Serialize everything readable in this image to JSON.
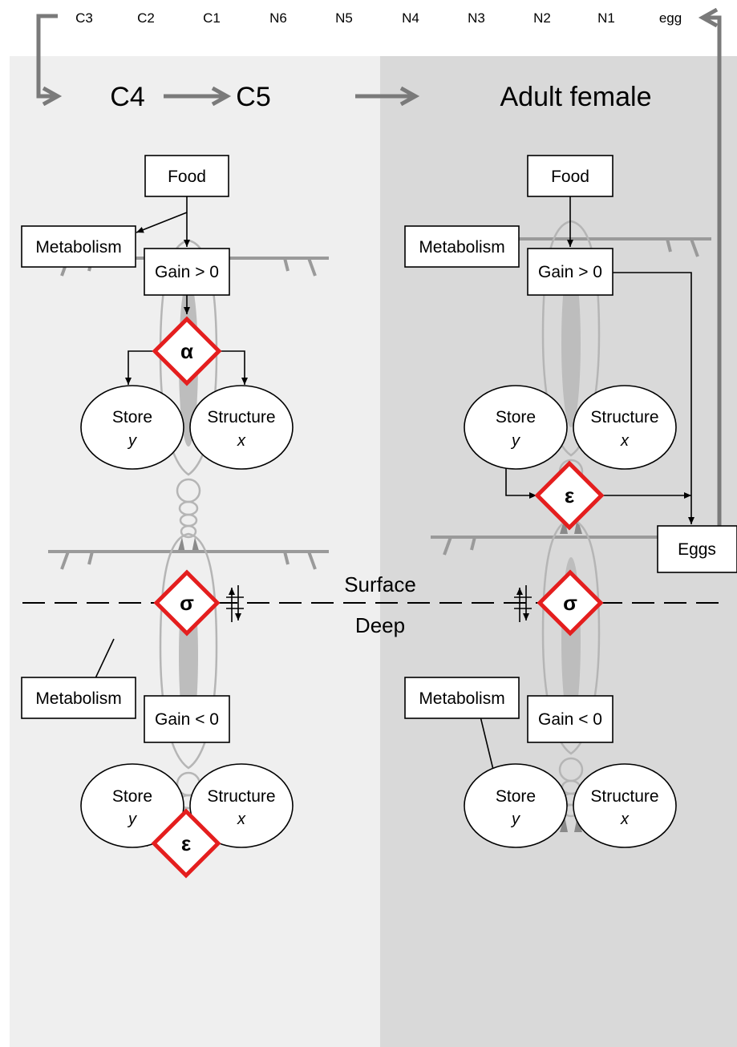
{
  "life_cycle": {
    "top_stages": [
      "C3",
      "C2",
      "C1",
      "N6",
      "N5",
      "N4",
      "N3",
      "N2",
      "N1",
      "egg"
    ],
    "main_stage_c4": "C4",
    "main_stage_c5": "C5",
    "main_stage_adult": "Adult female"
  },
  "zones": {
    "surface": "Surface",
    "deep": "Deep"
  },
  "boxes": {
    "food": "Food",
    "metabolism": "Metabolism",
    "gain_pos": "Gain > 0",
    "gain_neg": "Gain < 0",
    "eggs": "Eggs"
  },
  "pools": {
    "store": "Store",
    "store_var": "y",
    "structure": "Structure",
    "structure_var": "x"
  },
  "parameters": {
    "alpha": "α",
    "epsilon": "ε",
    "sigma": "σ"
  },
  "colors": {
    "panel_left": "#efefef",
    "panel_right": "#d9d9d9",
    "diamond_stroke": "#e41e1e",
    "lifecycle_arrow": "#7a7a7a"
  }
}
